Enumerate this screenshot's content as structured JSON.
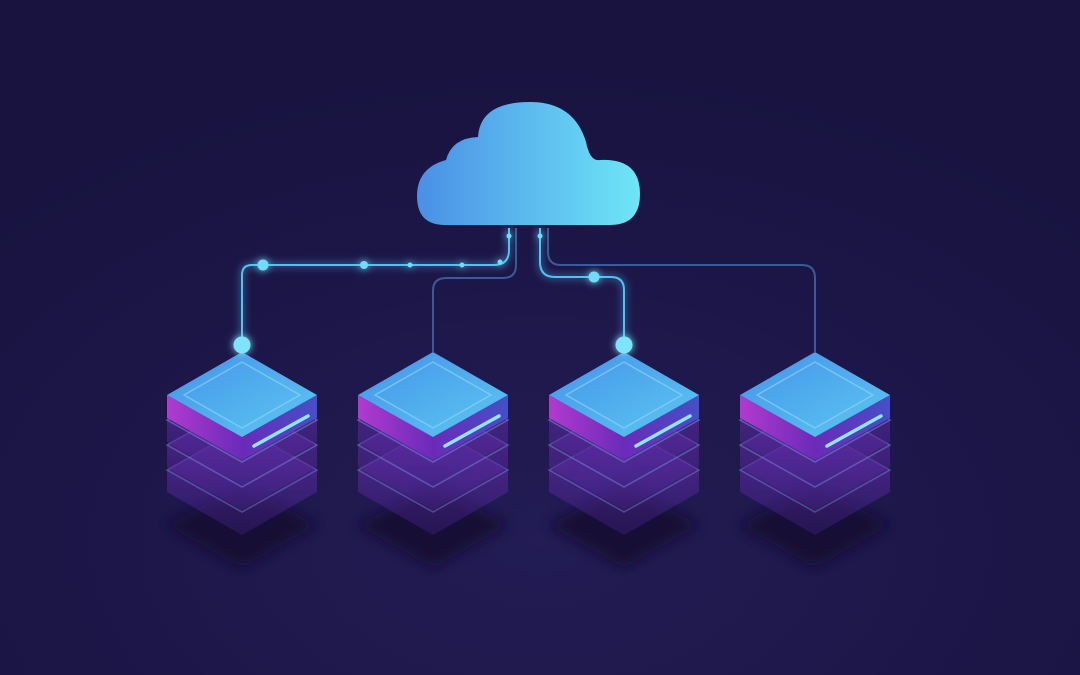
{
  "colors": {
    "background": "#1b1647",
    "cloud_start": "#4a8fe6",
    "cloud_end": "#6ee6f7",
    "server_top": "#4aa6ee",
    "server_side": "#7a2fc0",
    "server_accent": "#d03bd6",
    "line_active": "#4fc4f2",
    "line_idle": "#3a5a9a"
  },
  "servers": [
    {
      "id": "server-1",
      "connected": true
    },
    {
      "id": "server-2",
      "connected": false
    },
    {
      "id": "server-3",
      "connected": true
    },
    {
      "id": "server-4",
      "connected": false
    }
  ]
}
